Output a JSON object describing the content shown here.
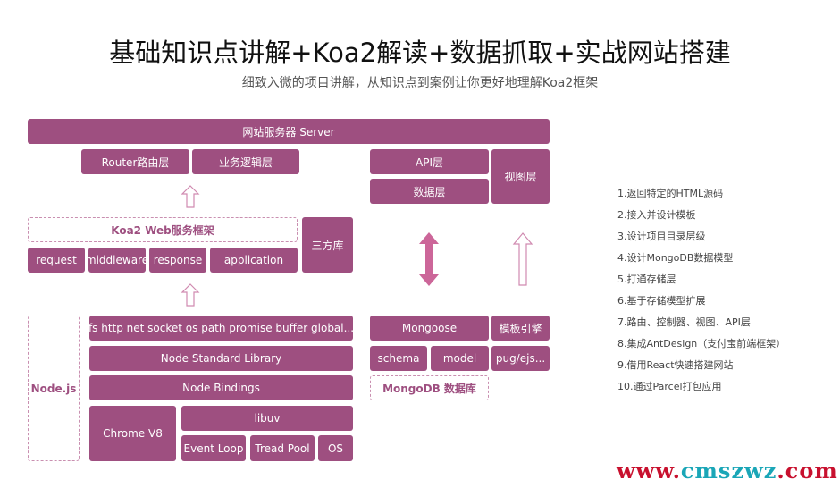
{
  "title": "基础知识点讲解+Koa2解读+数据抓取+实战网站搭建",
  "subtitle": "细致入微的项目讲解，从知识点到案例让你更好地理解Koa2框架",
  "diagram": {
    "server": "网站服务器 Server",
    "router": "Router路由层",
    "logic": "业务逻辑层",
    "api": "API层",
    "data": "数据层",
    "view": "视图层",
    "koa": "Koa2 Web服务框架",
    "third": "三方库",
    "request": "request",
    "middleware": "middleware",
    "response": "response",
    "application": "application",
    "nodejs": "Node.js",
    "modules": "fs http net socket os path promise buffer global...",
    "stdlib": "Node Standard Library",
    "bindings": "Node Bindings",
    "v8": "Chrome V8",
    "libuv": "libuv",
    "eventloop": "Event Loop",
    "threadpool": "Tread Pool",
    "os": "OS",
    "mongoose": "Mongoose",
    "template": "模板引擎",
    "schema": "schema",
    "model": "model",
    "pug": "pug/ejs...",
    "mongodb": "MongoDB 数据库"
  },
  "list": [
    "1.返回特定的HTML源码",
    "2.接入并设计模板",
    "3.设计项目目录层级",
    "4.设计MongoDB数据模型",
    "5.打通存储层",
    "6.基于存储模型扩展",
    "7.路由、控制器、视图、API层",
    "8.集成AntDesign（支付宝前端框架）",
    "9.借用React快速搭建网站",
    "10.通过Parcel打包应用"
  ],
  "watermark": {
    "a": "www.",
    "c": "cmszwz",
    ".b": ".com",
    "b": ".com"
  },
  "colors": {
    "block": "#9e4f80",
    "arrow": "#cc6699"
  }
}
